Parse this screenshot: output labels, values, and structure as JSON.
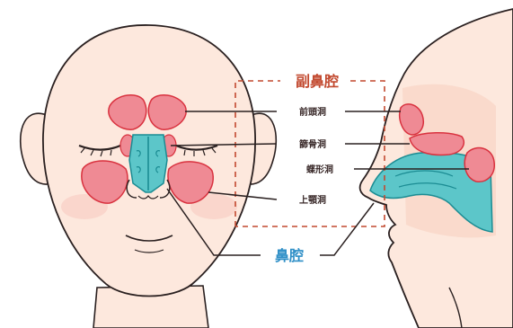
{
  "title": "副鼻腔",
  "nasal_cavity": "鼻腔",
  "sinuses": [
    {
      "id": "frontal",
      "label": "前頭洞"
    },
    {
      "id": "ethmoid",
      "label": "篩骨洞"
    },
    {
      "id": "sphenoid",
      "label": "蝶形洞"
    },
    {
      "id": "maxillary",
      "label": "上顎洞"
    }
  ],
  "colors": {
    "sinus_fill": "#ef8a94",
    "sinus_stroke": "#d9323f",
    "cavity_fill": "#5cc6c9",
    "cavity_stroke": "#1b8c93",
    "title_color": "#c2492f",
    "nasal_color": "#2f8fc7",
    "skin": "#fde8dd",
    "skin_shade": "#f7cdbd",
    "dashed": "#c2492f"
  }
}
